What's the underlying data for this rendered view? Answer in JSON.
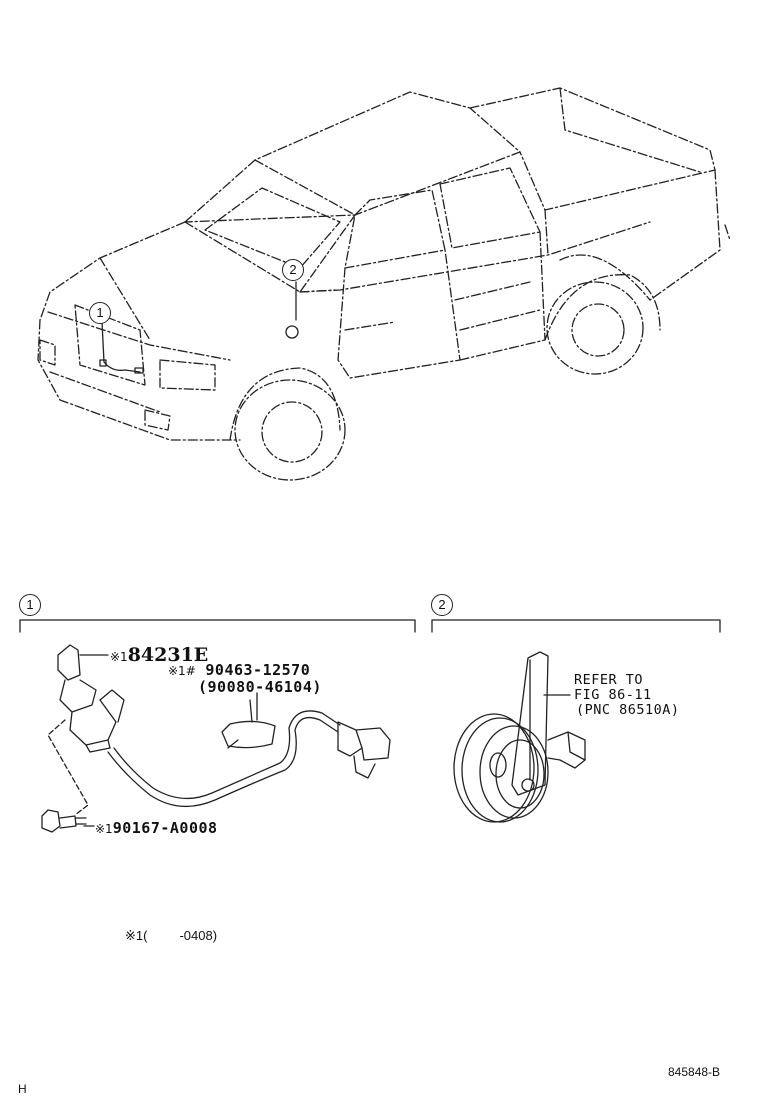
{
  "callouts": {
    "c1": "1",
    "c2": "2"
  },
  "section1": {
    "number": "1",
    "parts": {
      "p84231E": {
        "mark": "※1",
        "number": "84231E"
      },
      "p90463": {
        "mark": "※1",
        "hash": "#",
        "number": "90463-12570"
      },
      "p90080": {
        "number": "(90080-46104)"
      },
      "p90167": {
        "mark": "※1",
        "number": "90167-A0008"
      }
    }
  },
  "section2": {
    "number": "2",
    "reference": {
      "line1": "REFER TO",
      "line2": "FIG 86-11",
      "line3": "(PNC 86510A)"
    }
  },
  "footnote": {
    "mark": "※1(",
    "range": "-0408)"
  },
  "figure_id": "845848-B",
  "corner_letter": "H"
}
